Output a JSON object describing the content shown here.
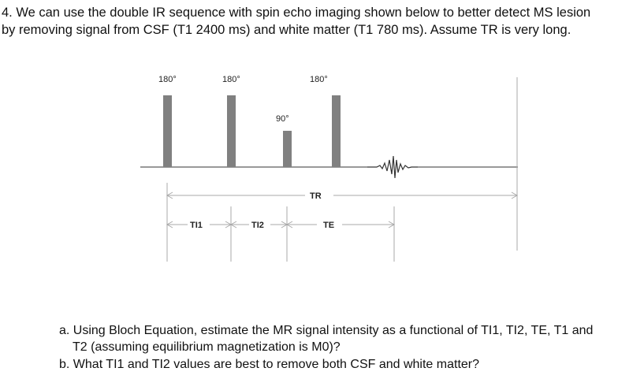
{
  "question": {
    "line1": "4. We can use the double IR sequence with spin echo imaging shown below to better detect MS lesion",
    "line2": "by removing signal from CSF (T1 2400 ms) and white matter (T1 780 ms).  Assume TR is very long."
  },
  "diagram": {
    "pulse1": "180°",
    "pulse2": "180°",
    "pulse3": "90°",
    "pulse4": "180°",
    "tr": "TR",
    "ti1": "TI1",
    "ti2": "TI2",
    "te": "TE"
  },
  "subquestions": {
    "a_line1": "a. Using Bloch Equation, estimate the MR signal intensity as a functional of TI1, TI2, TE, T1 and",
    "a_line2": "T2 (assuming equilibrium magnetization is M0)?",
    "b": "b. What TI1 and TI2 values are best to remove both CSF and white matter?"
  }
}
